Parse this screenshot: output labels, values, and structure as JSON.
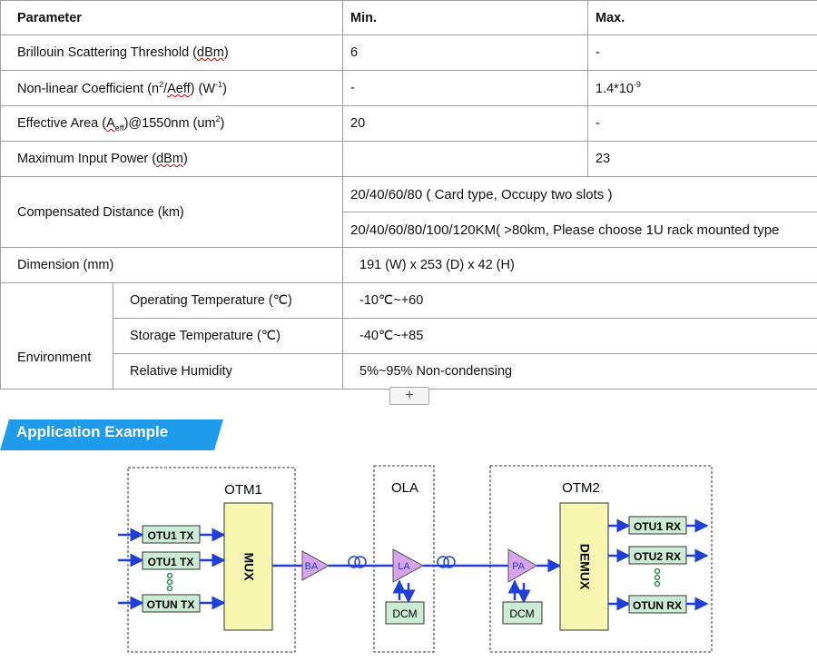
{
  "table": {
    "header": {
      "param": "Parameter",
      "min": "Min.",
      "max": "Max."
    },
    "rows": {
      "brillouin": {
        "label_pre": "Brillouin Scattering Threshold (",
        "label_unit": "dBm",
        "label_post": ")",
        "min": "6",
        "max": "-"
      },
      "nonlinear": {
        "label_pre": "Non-linear Coefficient (n",
        "sup1": "2",
        "label_mid": "/",
        "label_aeff": "Aeff",
        "label_mid2": ") (W",
        "sup2": "-1",
        "label_post": ")",
        "min": "-",
        "max_base": "1.4*10",
        "max_sup": "-9"
      },
      "effective": {
        "label_pre": "Effective Area (",
        "label_a": "A",
        "label_sub": "eff",
        "label_post": ")@1550nm (um",
        "sup": "2",
        "label_end": ")",
        "min": "20",
        "max": "-"
      },
      "maxpower": {
        "label_pre": "Maximum Input Power (",
        "label_unit": "dBm",
        "label_post": ")",
        "min": "",
        "max": "23"
      },
      "compensated": {
        "label": "Compensated Distance (km)",
        "value1": "20/40/60/80 ( Card type, Occupy two slots )",
        "value2": "20/40/60/80/100/120KM( >80km, Please choose 1U rack mounted type"
      },
      "dimension": {
        "label": "Dimension (mm)",
        "value": "191 (W) x 253 (D) x 42 (H)"
      },
      "environment": {
        "label": "Environment",
        "operating": {
          "label": "Operating Temperature (℃)",
          "value": "-10℃~+60"
        },
        "storage": {
          "label": "Storage Temperature (℃)",
          "value": "-40℃~+85"
        },
        "humidity": {
          "label": "Relative Humidity",
          "value": "5%~95% Non-condensing"
        }
      }
    },
    "add_button": "+"
  },
  "section_title": "Application Example",
  "diagram": {
    "otm1": "OTM1",
    "ola": "OLA",
    "otm2": "OTM2",
    "otu1_tx": "OTU1 TX",
    "otu1_tx_2": "OTU1 TX",
    "otun_tx": "OTUN TX",
    "mux": "MUX",
    "ba": "BA",
    "la": "LA",
    "pa": "PA",
    "dcm1": "DCM",
    "dcm2": "DCM",
    "demux": "DEMUX",
    "otu1_rx": "OTU1 RX",
    "otu2_rx": "OTU2 RX",
    "otun_rx": "OTUN RX",
    "colors": {
      "accent": "#1e9bea",
      "box_fill": "#ccebd5",
      "mux_fill": "#f5f7b0",
      "amp_fill": "#d7a3ea",
      "arrow": "#1f3fd6"
    }
  }
}
